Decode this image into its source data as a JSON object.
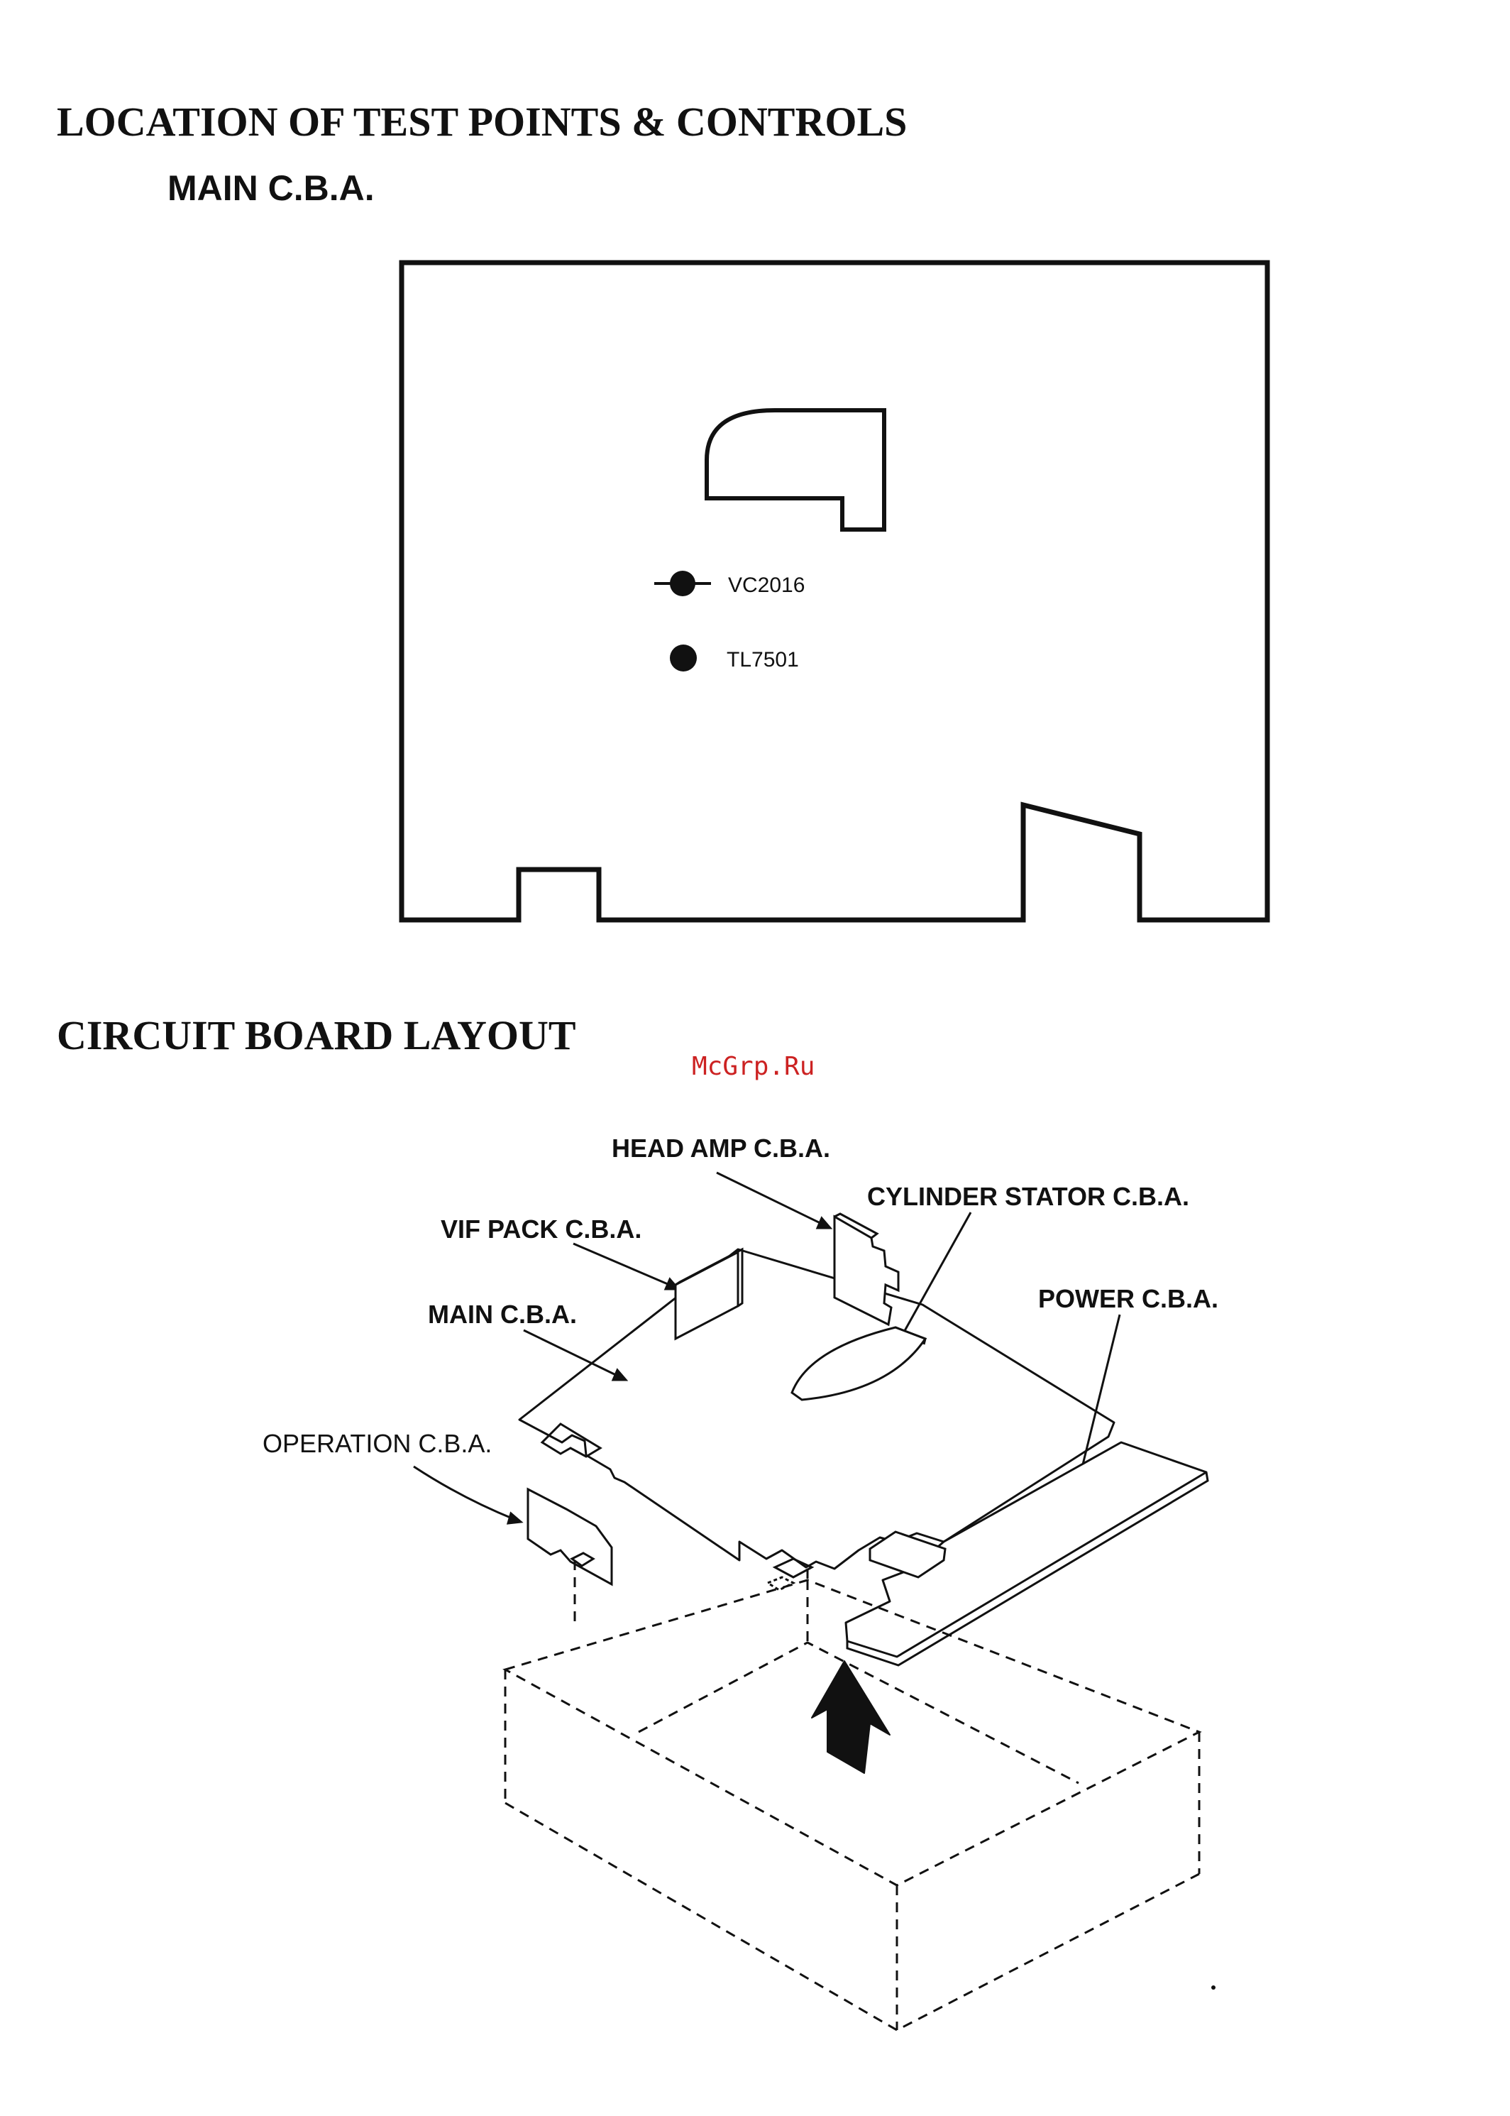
{
  "page": {
    "title": "LOCATION OF TEST POINTS & CONTROLS",
    "subtitle": "MAIN C.B.A.",
    "layout_title": "CIRCUIT BOARD LAYOUT",
    "watermark": "McGrp.Ru",
    "watermark_color": "#cc2222"
  },
  "main_board": {
    "points": [
      {
        "id": "VC2016",
        "label": "VC2016",
        "kind": "control"
      },
      {
        "id": "TL7501",
        "label": "TL7501",
        "kind": "test-point"
      }
    ]
  },
  "layout": {
    "labels": {
      "head_amp": "HEAD AMP C.B.A.",
      "cylinder_stator": "CYLINDER STATOR C.B.A.",
      "vif_pack": "VIF PACK C.B.A.",
      "main": "MAIN C.B.A.",
      "power": "POWER C.B.A.",
      "operation": "OPERATION C.B.A."
    }
  }
}
